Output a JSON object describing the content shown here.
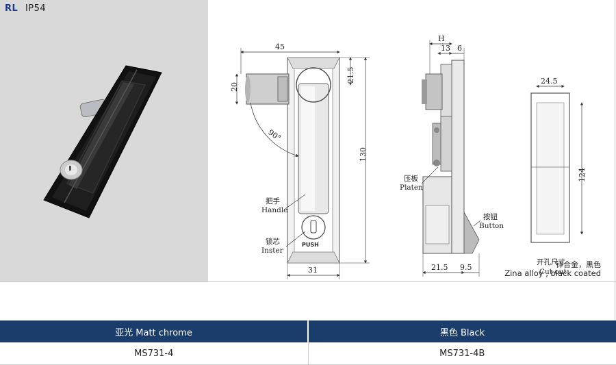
{
  "brand": {
    "code": "RL",
    "rating": "IP54"
  },
  "photo": {
    "caption_cn": "锌合金，黑色",
    "caption_en": "Zina alloy , black coated"
  },
  "drawing": {
    "dims": {
      "w45": "45",
      "h21_5": "21.5",
      "h20": "20",
      "angle": "90°",
      "h130": "130",
      "w31": "31",
      "H": "H",
      "w13": "13",
      "w6": "6",
      "w21_5": "21.5",
      "w9_5": "9.5",
      "w24_5": "24.5",
      "h124": "124"
    },
    "labels": {
      "handle_cn": "把手",
      "handle_en": "Handle",
      "inster_cn": "锁芯",
      "inster_en": "Inster",
      "platen_cn": "压板",
      "platen_en": "Platen",
      "button_cn": "按钮",
      "button_en": "Button",
      "cutout_cn": "开孔尺寸",
      "cutout_en": "Cut out",
      "push": "PUSH"
    }
  },
  "table": {
    "headers": [
      "亚光 Matt chrome",
      "黑色 Black"
    ],
    "models": [
      "MS731-4",
      "MS731-4B"
    ]
  }
}
